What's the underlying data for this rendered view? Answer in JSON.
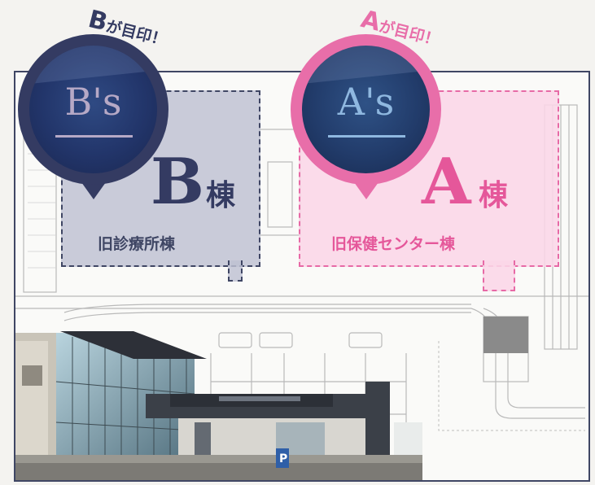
{
  "b_building": {
    "tag_letter": "B",
    "tag_text": "が目印！",
    "sign_text": "B's",
    "letter": "B",
    "suffix": "棟",
    "subtitle": "旧診療所棟",
    "color": "#343b62"
  },
  "a_building": {
    "tag_letter": "A",
    "tag_text": "が目印！",
    "sign_text": "A's",
    "letter": "A",
    "suffix": "棟",
    "subtitle": "旧保健センター棟",
    "color": "#e86ea9"
  },
  "parking_sign": "P"
}
